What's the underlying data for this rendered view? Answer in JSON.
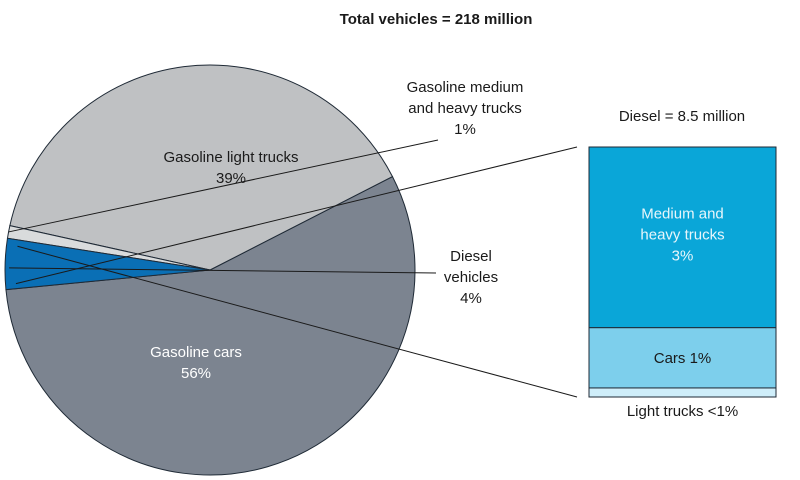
{
  "chart_data": {
    "type": "pie",
    "title": "Total vehicles = 218 million",
    "slices": [
      {
        "label_lines": [
          "Gasoline cars",
          "56%"
        ],
        "value": 56,
        "color": "#7c8490",
        "text_color": "#ffffff"
      },
      {
        "label_lines": [
          "Gasoline light trucks",
          "39%"
        ],
        "value": 39,
        "color": "#bfc1c3",
        "text_color": "#1a1a1a"
      },
      {
        "label_lines": [
          "Gasoline medium",
          "and heavy trucks",
          "1%"
        ],
        "value": 1,
        "color": "#d9dbdc",
        "text_color": "#1a1a1a"
      },
      {
        "label_lines": [
          "Diesel",
          "vehicles",
          "4%"
        ],
        "value": 4,
        "color": "#0a6fb5",
        "text_color": "#1a1a1a"
      }
    ],
    "breakdown": {
      "title": "Diesel = 8.5 million",
      "segments": [
        {
          "label_lines": [
            "Medium and",
            "heavy trucks",
            "3%"
          ],
          "value": 3,
          "color": "#0aa6d8",
          "text_color": "#e8f6fb"
        },
        {
          "label_lines": [
            "Cars 1%"
          ],
          "value": 1,
          "color": "#7dcfec",
          "text_color": "#1a1a1a"
        },
        {
          "label_lines": [
            "Light trucks <1%"
          ],
          "value": 0.15,
          "color": "#cfeefa",
          "text_color": "#1a1a1a"
        }
      ]
    }
  }
}
